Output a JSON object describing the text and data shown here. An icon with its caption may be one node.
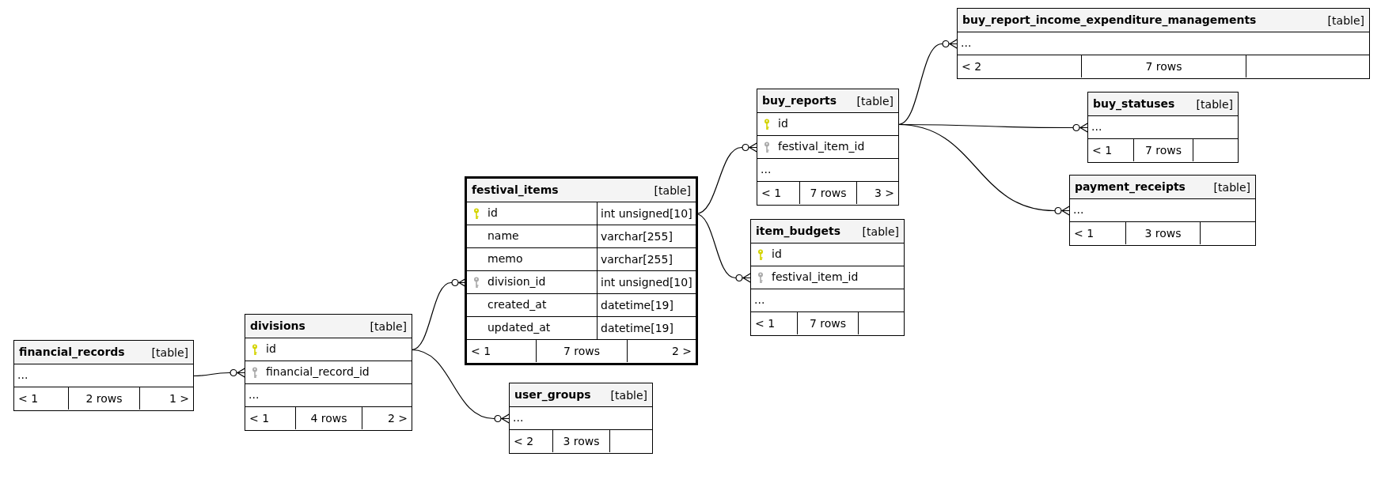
{
  "diagram": {
    "nodes": [
      {
        "text": [
          "financial_records",
          "[table]"
        ]
      },
      {
        "text": [
          "..."
        ],
        "in": 0
      },
      {
        "text": [
          "< 1",
          "2 rows",
          "1 >"
        ],
        "in": 0
      },
      {
        "text": [
          "divisions",
          "[table]"
        ]
      },
      {
        "text": [
          "id"
        ],
        "in": 3
      },
      {
        "text": [
          "financial_record_id"
        ],
        "in": 3
      },
      {
        "text": [
          "..."
        ],
        "in": 3
      },
      {
        "text": [
          "< 1",
          "4 rows",
          "2 >"
        ],
        "in": 3
      },
      {
        "text": [
          "festival_items",
          "[table]"
        ]
      },
      {
        "text": [
          "id",
          "int unsigned[10]"
        ],
        "in": 8
      },
      {
        "text": [
          "name",
          "varchar[255]"
        ],
        "in": 8
      },
      {
        "text": [
          "memo",
          "varchar[255]"
        ],
        "in": 8
      },
      {
        "text": [
          "division_id",
          "int unsigned[10]"
        ],
        "in": 8
      },
      {
        "text": [
          "created_at",
          "datetime[19]"
        ],
        "in": 8
      },
      {
        "text": [
          "updated_at",
          "datetime[19]"
        ],
        "in": 8
      },
      {
        "text": [
          "< 1",
          "7 rows",
          "2 >"
        ],
        "in": 8
      },
      {
        "text": [
          "user_groups",
          "[table]"
        ]
      },
      {
        "text": [
          "..."
        ],
        "in": 16
      },
      {
        "text": [
          "< 2",
          "3 rows"
        ],
        "in": 16
      },
      {
        "text": [
          "buy_reports",
          "[table]"
        ]
      },
      {
        "text": [
          "id"
        ],
        "in": 19
      },
      {
        "text": [
          "festival_item_id"
        ],
        "in": 19
      },
      {
        "text": [
          "..."
        ],
        "in": 19
      },
      {
        "text": [
          "< 1",
          "7 rows",
          "3 >"
        ],
        "in": 19
      },
      {
        "text": [
          "item_budgets",
          "[table]"
        ]
      },
      {
        "text": [
          "id"
        ],
        "in": 24
      },
      {
        "text": [
          "festival_item_id"
        ],
        "in": 24
      },
      {
        "text": [
          "..."
        ],
        "in": 24
      },
      {
        "text": [
          "< 1",
          "7 rows"
        ],
        "in": 24
      },
      {
        "text": [
          "buy_report_income_expenditure_managements",
          "[table]"
        ]
      },
      {
        "text": [
          "..."
        ],
        "in": 29
      },
      {
        "text": [
          "< 2",
          "7 rows"
        ],
        "in": 29
      },
      {
        "text": [
          "buy_statuses",
          "[table]"
        ]
      },
      {
        "text": [
          "..."
        ],
        "in": 32
      },
      {
        "text": [
          "< 1",
          "7 rows"
        ],
        "in": 32
      },
      {
        "text": [
          "payment_receipts",
          "[table]"
        ]
      },
      {
        "text": [
          "..."
        ],
        "in": 35
      },
      {
        "text": [
          "< 1",
          "3 rows"
        ],
        "in": 35
      }
    ],
    "edges": [
      {
        "from": 1,
        "to": 5,
        "arrow": "other"
      },
      {
        "from": 4,
        "to": 12,
        "arrow": "other"
      },
      {
        "from": 4,
        "to": 17,
        "arrow": "other"
      },
      {
        "from": 9,
        "to": 21,
        "arrow": "other"
      },
      {
        "from": 9,
        "to": 26,
        "arrow": "other"
      },
      {
        "from": 20,
        "to": 30,
        "arrow": "other"
      },
      {
        "from": 20,
        "to": 33,
        "arrow": "other"
      },
      {
        "from": 20,
        "to": 36,
        "arrow": "other"
      }
    ]
  }
}
